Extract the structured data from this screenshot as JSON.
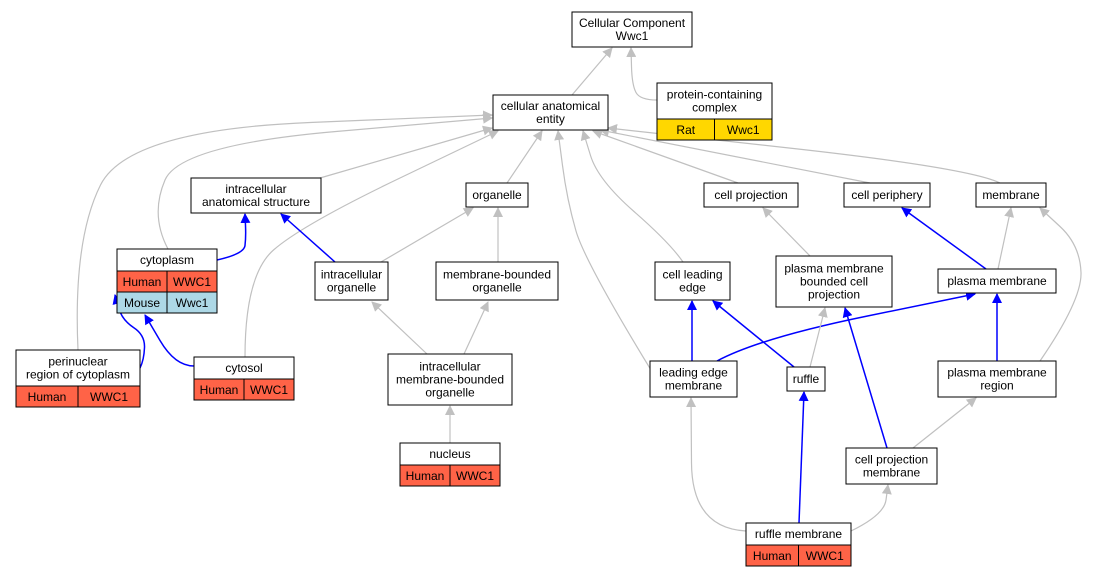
{
  "colors": {
    "human": "#ff6347",
    "mouse": "#add8e6",
    "rat": "#ffd700",
    "edge_gray": "#c0c0c0",
    "edge_blue": "#0000ff",
    "node_border": "#000000",
    "node_fill": "#ffffff"
  },
  "nodes": {
    "cellular_component": [
      "Cellular Component",
      "Wwc1"
    ],
    "protein_complex": [
      "protein-containing",
      "complex"
    ],
    "cellular_anatomical_entity": [
      "cellular anatomical",
      "entity"
    ],
    "intracellular_anatomical_structure": [
      "intracellular",
      "anatomical structure"
    ],
    "organelle": [
      "organelle"
    ],
    "cell_projection": [
      "cell projection"
    ],
    "cell_periphery": [
      "cell periphery"
    ],
    "membrane": [
      "membrane"
    ],
    "cytoplasm": [
      "cytoplasm"
    ],
    "intracellular_organelle": [
      "intracellular",
      "organelle"
    ],
    "membrane_bounded_organelle": [
      "membrane-bounded",
      "organelle"
    ],
    "cell_leading_edge": [
      "cell leading",
      "edge"
    ],
    "plasma_membrane_bounded_cell_projection": [
      "plasma membrane",
      "bounded cell",
      "projection"
    ],
    "plasma_membrane": [
      "plasma membrane"
    ],
    "perinuclear_region": [
      "perinuclear",
      "region of cytoplasm"
    ],
    "cytosol": [
      "cytosol"
    ],
    "intracellular_membrane_bounded_organelle": [
      "intracellular",
      "membrane-bounded",
      "organelle"
    ],
    "leading_edge_membrane": [
      "leading edge",
      "membrane"
    ],
    "ruffle": [
      "ruffle"
    ],
    "plasma_membrane_region": [
      "plasma membrane",
      "region"
    ],
    "nucleus": [
      "nucleus"
    ],
    "cell_projection_membrane": [
      "cell projection",
      "membrane"
    ],
    "ruffle_membrane": [
      "ruffle membrane"
    ]
  },
  "annotations": {
    "protein_complex": [
      {
        "species": "Rat",
        "gene": "Wwc1",
        "color": "rat"
      }
    ],
    "cytoplasm": [
      {
        "species": "Human",
        "gene": "WWC1",
        "color": "human"
      },
      {
        "species": "Mouse",
        "gene": "Wwc1",
        "color": "mouse"
      }
    ],
    "perinuclear_region": [
      {
        "species": "Human",
        "gene": "WWC1",
        "color": "human"
      }
    ],
    "cytosol": [
      {
        "species": "Human",
        "gene": "WWC1",
        "color": "human"
      }
    ],
    "nucleus": [
      {
        "species": "Human",
        "gene": "WWC1",
        "color": "human"
      }
    ],
    "ruffle_membrane": [
      {
        "species": "Human",
        "gene": "WWC1",
        "color": "human"
      }
    ]
  },
  "edges": [
    {
      "from": "cellular_anatomical_entity",
      "to": "cellular_component",
      "color": "gray"
    },
    {
      "from": "protein_complex",
      "to": "cellular_component",
      "color": "gray"
    },
    {
      "from": "intracellular_anatomical_structure",
      "to": "cellular_anatomical_entity",
      "color": "gray"
    },
    {
      "from": "organelle",
      "to": "cellular_anatomical_entity",
      "color": "gray"
    },
    {
      "from": "cell_projection",
      "to": "cellular_anatomical_entity",
      "color": "gray"
    },
    {
      "from": "cell_periphery",
      "to": "cellular_anatomical_entity",
      "color": "gray"
    },
    {
      "from": "membrane",
      "to": "cellular_anatomical_entity",
      "color": "gray"
    },
    {
      "from": "cytoplasm",
      "to": "cellular_anatomical_entity",
      "color": "gray"
    },
    {
      "from": "perinuclear_region",
      "to": "cellular_anatomical_entity",
      "color": "gray"
    },
    {
      "from": "cytosol",
      "to": "cellular_anatomical_entity",
      "color": "gray"
    },
    {
      "from": "cell_leading_edge",
      "to": "cellular_anatomical_entity",
      "color": "gray"
    },
    {
      "from": "leading_edge_membrane",
      "to": "cellular_anatomical_entity",
      "color": "gray"
    },
    {
      "from": "cytoplasm",
      "to": "intracellular_anatomical_structure",
      "color": "blue"
    },
    {
      "from": "intracellular_organelle",
      "to": "intracellular_anatomical_structure",
      "color": "blue"
    },
    {
      "from": "intracellular_organelle",
      "to": "organelle",
      "color": "gray"
    },
    {
      "from": "membrane_bounded_organelle",
      "to": "organelle",
      "color": "gray"
    },
    {
      "from": "plasma_membrane_bounded_cell_projection",
      "to": "cell_projection",
      "color": "gray"
    },
    {
      "from": "plasma_membrane",
      "to": "cell_periphery",
      "color": "blue"
    },
    {
      "from": "plasma_membrane",
      "to": "membrane",
      "color": "gray"
    },
    {
      "from": "plasma_membrane_region",
      "to": "membrane",
      "color": "gray"
    },
    {
      "from": "perinuclear_region",
      "to": "cytoplasm",
      "color": "blue"
    },
    {
      "from": "cytosol",
      "to": "cytoplasm",
      "color": "blue"
    },
    {
      "from": "intracellular_membrane_bounded_organelle",
      "to": "intracellular_organelle",
      "color": "gray"
    },
    {
      "from": "intracellular_membrane_bounded_organelle",
      "to": "membrane_bounded_organelle",
      "color": "gray"
    },
    {
      "from": "nucleus",
      "to": "intracellular_membrane_bounded_organelle",
      "color": "gray"
    },
    {
      "from": "leading_edge_membrane",
      "to": "cell_leading_edge",
      "color": "blue"
    },
    {
      "from": "ruffle",
      "to": "cell_leading_edge",
      "color": "blue"
    },
    {
      "from": "leading_edge_membrane",
      "to": "plasma_membrane",
      "color": "blue"
    },
    {
      "from": "ruffle",
      "to": "plasma_membrane_bounded_cell_projection",
      "color": "gray"
    },
    {
      "from": "cell_projection_membrane",
      "to": "plasma_membrane_bounded_cell_projection",
      "color": "blue"
    },
    {
      "from": "plasma_membrane_region",
      "to": "plasma_membrane",
      "color": "blue"
    },
    {
      "from": "cell_projection_membrane",
      "to": "plasma_membrane_region",
      "color": "gray"
    },
    {
      "from": "ruffle_membrane",
      "to": "ruffle",
      "color": "blue"
    },
    {
      "from": "ruffle_membrane",
      "to": "leading_edge_membrane",
      "color": "gray"
    },
    {
      "from": "ruffle_membrane",
      "to": "cell_projection_membrane",
      "color": "gray"
    }
  ]
}
